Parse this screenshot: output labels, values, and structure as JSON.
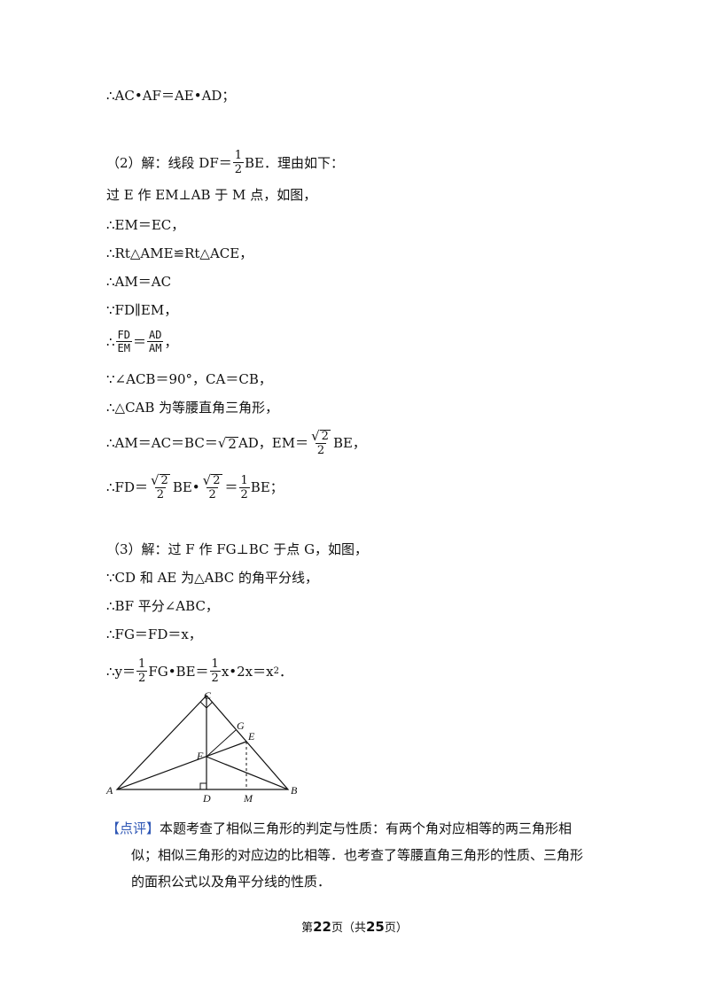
{
  "lines": {
    "l1": "∴AC•AF＝AE•AD；",
    "p2_prefix": "（2）解：线段 DF＝",
    "half_num": "1",
    "half_den": "2",
    "p2_suffix": "BE．理由如下：",
    "l3": "过 E 作 EM⊥AB 于 M 点，如图，",
    "l4": "∴EM＝EC，",
    "l5": "∴Rt△AME≌Rt△ACE，",
    "l6": "∴AM＝AC",
    "l7": "∵FD∥EM，",
    "l8_prefix": "∴",
    "fd": "FD",
    "em": "EM",
    "eq": "＝",
    "ad": "AD",
    "am": "AM",
    "comma": "，",
    "l9": "∵∠ACB＝90°，CA＝CB，",
    "l10": "∴△CAB 为等腰直角三角形，",
    "l11_prefix": "∴AM＝AC＝BC＝",
    "sqrt_sym": "√",
    "two": "2",
    "l11_mid": "AD，EM＝",
    "l11_suffix": "BE，",
    "l12_prefix": "∴FD＝",
    "be_dot": "BE•",
    "l12_suffix": "BE；",
    "p3": "（3）解：过 F 作 FG⊥BC 于点 G，如图，",
    "l14": "∵CD 和 AE 为△ABC 的角平分线，",
    "l15": "∴BF 平分∠ABC，",
    "l16": "∴FG＝FD＝x，",
    "l17_prefix": "∴y＝",
    "l17_mid": "FG•BE＝",
    "l17_x": "x•2x＝x",
    "sq": "2",
    "period": "．"
  },
  "figure": {
    "labels": [
      "C",
      "G",
      "E",
      "F",
      "A",
      "D",
      "M",
      "B"
    ],
    "stroke_color": "#111111"
  },
  "comment": {
    "tag": "【点评】",
    "text1": "本题考查了相似三角形的判定与性质：有两个角对应相等的两三角形相",
    "text2": "似；相似三角形的对应边的比相等．也考查了等腰直角三角形的性质、三角形",
    "text3": "的面积公式以及角平分线的性质．",
    "tag_color": "#2f57b5"
  },
  "footer": {
    "prefix": "第",
    "page": "22",
    "mid": "页（共",
    "total": "25",
    "suffix": "页）"
  }
}
